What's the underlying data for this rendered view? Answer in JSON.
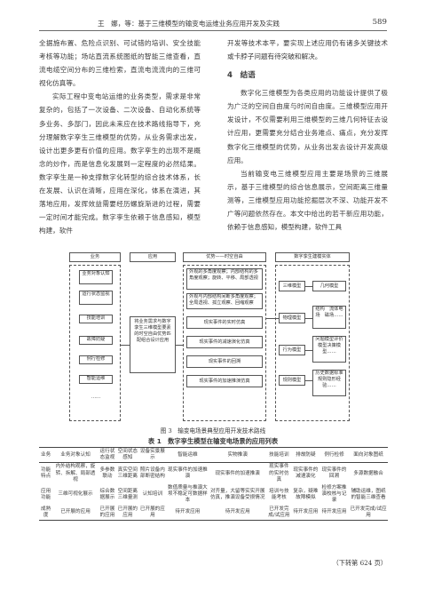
{
  "header": {
    "title": "王　娜，等：基于三维模型的输变电运维业务应用开发及实践",
    "page_number": "589"
  },
  "left_column": {
    "p1": "全据施布置、危险点识别、可试错的培训、安全技能考核等功能；场站直流系统图纸的智能三维查看，直流电缆空间分布的三维检索，直流电流流向的三维可视化仿真等。",
    "p2": "实际工程中变电站运维的业务类型，需求是非常复杂的，包括了一次设备、二次设备、自动化系统等多业务、多部门，因此未来应在技术路线指导下，充分理解数字孪生三维模型的优势，从业务需求出发，设计出更多更有价值的应用。数字孪生的出现不是概念的炒作，而是信息化发展到一定程度的必然结果。数字孪生是一种支撑数字化转型的综合技术体系，长在发展、认识在清晰，应用在深化，体系在演进，其落地应用，发挥效益需要经历螺旋渐进的过程，需要一定时间才能完成。数字孪生依赖于信息感知，模型构建，软件"
  },
  "right_column": {
    "p1": "开发等技术本平，要实现上述应用仍有诸多关键技术或卡脖子问题有待突破和解决。",
    "heading": "4　结语",
    "p2": "数字化三维模型为各类应用的功能设计提供了极为广泛的空间自由度与时间自由度。三维模型应用开发设计，不仅需要利用三维模型的三维几何特征去设计应用，更需要充分结合业务难点、痛点，充分发挥数字化三维模型的优势，从业务出发去设计开发高级应用。",
    "p3": "当前输变电三维模型应用主要是场景的三维展示，基于三维模型的综合信息展示，空间距离三维量测等，三维模型应用功能挖掘层次不深、功能开发不广等问题依然存在。本文中给出的若干新应用功能，依赖于信息感知，模型构建，软件工具"
  },
  "figure": {
    "caption": "图 3　输变电场景典型应用开发技术路线",
    "headers": [
      "业务",
      "应用",
      "优势——时空自由",
      "数字孪生建模实体"
    ],
    "business": [
      "业务对象认知",
      "运行状态监视",
      "技能培训",
      "故障防疑",
      "例行检修",
      "智能运维",
      "……"
    ],
    "application": "将业务需求与数字孪生三维模型要素的时空自由优势匹配组合设计应用",
    "advantage_a": "外观的多角度观察；内部结构的多角度观察；旋转、平移、局部透视",
    "advantage_b": "外观与内部结构间断多角度观察；全局透视、孤立观察、回缩观察",
    "advantage_items": [
      "现实事件的实时仿真",
      "现实事件的减速演化仿真",
      "现实事件的回溯",
      "现实事件的加速推演仿真"
    ],
    "models": [
      "三维模型",
      "物理模型",
      "行为模型",
      "规则模型"
    ],
    "model_details": [
      "几何模型",
      "结构　流体电场　磁场……",
      "问题模型评价模型决策模型……",
      "历史数据标准规则隐形经验……"
    ]
  },
  "table": {
    "title": "表 1　数字孪生模型在输变电场景的应用列表",
    "columns": [
      "业务",
      "业务对象认知",
      "运行状态监视",
      "空间状态感知",
      "设备实景展示",
      "智能运维",
      "实物推演",
      "技能培训",
      "排故防疑",
      "例行检修",
      "面向对象图纸"
    ],
    "rows": [
      [
        "功能特点",
        "内外结构观察，旋转、拆解、局部透视",
        "多参数联动",
        "真实空间三维距离",
        "照片设备内部断密结构",
        "现实事件的加速推演",
        "现实事件的加速推演",
        "现实事件的实时仿真",
        "现实事件的减速演化",
        "现实事件的回溯",
        "多源数据融合"
      ],
      [
        "应用功能",
        "三维可视化展示",
        "综合数据展示",
        "空间距离三维量测",
        "认知培训",
        "数值质量与推演大坝不稳定可数据样本",
        "对齐量，大留等实实开展仿真，推演设备受损情况",
        "培训与技能考核",
        "复杂，疑难故障模拟",
        "检修方案推演校核与记录",
        "辅助运维，图纸的智能三维查看"
      ],
      [
        "成熟度",
        "已开展的应用",
        "已开展的应用",
        "已开展的应用",
        "已开展的应用",
        "待开发应用",
        "待开发应用",
        "已开发完成/试应用",
        "待开发应用",
        "待开发应用",
        "已开发完成/试应用"
      ]
    ],
    "continued": "（下转第 624 页）"
  }
}
